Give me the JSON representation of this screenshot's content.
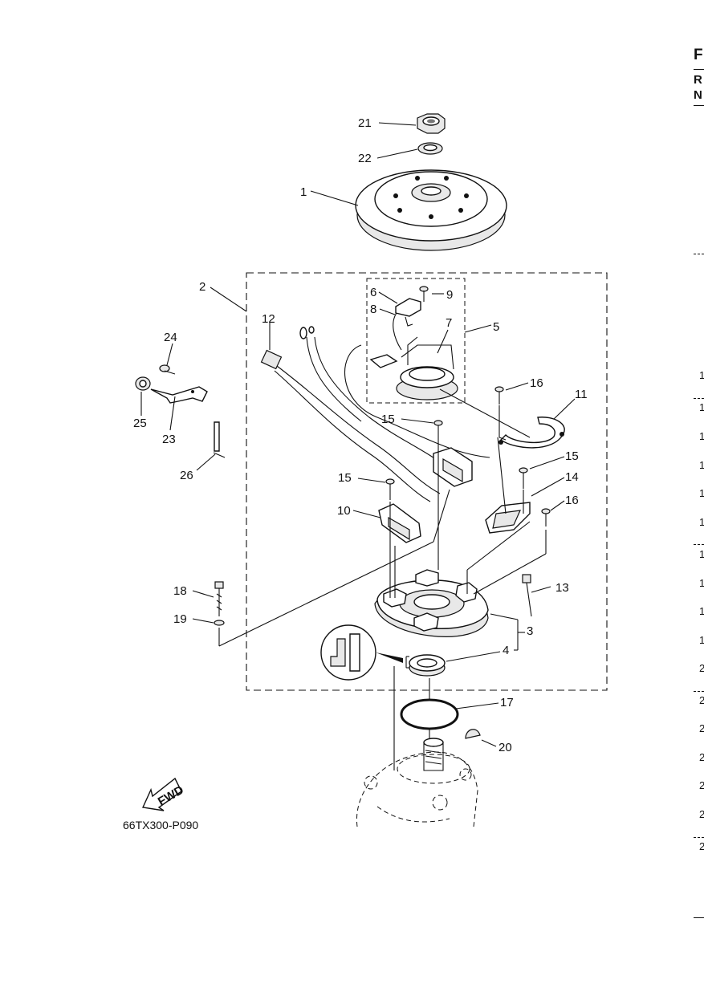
{
  "diagram": {
    "part_labels": [
      "1",
      "2",
      "3",
      "4",
      "5",
      "6",
      "7",
      "8",
      "9",
      "10",
      "11",
      "12",
      "13",
      "14",
      "15",
      "15",
      "15",
      "16",
      "16",
      "17",
      "18",
      "19",
      "20",
      "21",
      "22",
      "23",
      "24",
      "25",
      "26"
    ],
    "drawing_code": "66TX300-P090",
    "fwd_label": "FWD"
  },
  "edge_text": {
    "header": [
      "F",
      "R",
      "N"
    ],
    "row_numbers": [
      "1",
      "1",
      "1",
      "1",
      "1",
      "1",
      "1",
      "1",
      "1",
      "1",
      "2",
      "2",
      "2",
      "2",
      "2",
      "2",
      "2"
    ]
  }
}
